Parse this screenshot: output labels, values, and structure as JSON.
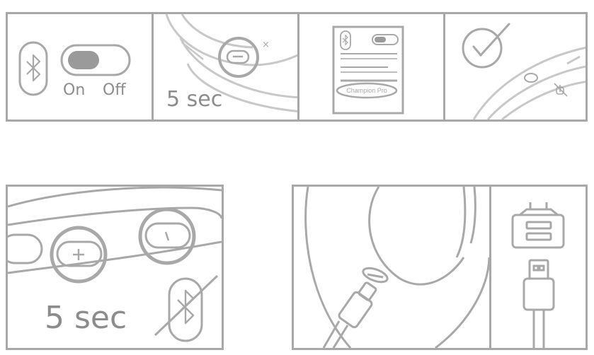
{
  "toggle": {
    "on_label": "On",
    "off_label": "Off"
  },
  "step2": {
    "duration_label": "5 sec"
  },
  "phone": {
    "device_name": "Champion Pro"
  },
  "reset": {
    "duration_label": "5 sec"
  },
  "colors": {
    "stroke": "#a8a8a8",
    "light_stroke": "#c8c8c8",
    "fill_gray": "#9a9a9a"
  },
  "icons": [
    "bluetooth-icon",
    "toggle-switch",
    "checkmark-icon",
    "mute-icon",
    "usb-charger-icon",
    "usb-c-cable-icon"
  ]
}
